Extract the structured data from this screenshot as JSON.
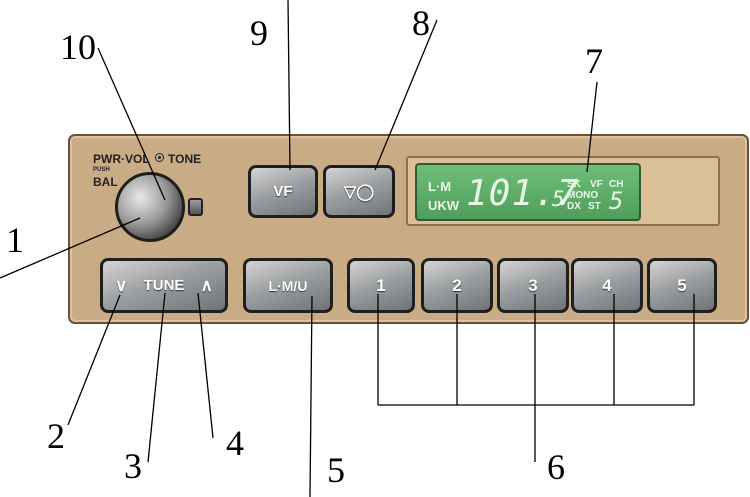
{
  "callouts": {
    "c1": "1",
    "c2": "2",
    "c3": "3",
    "c4": "4",
    "c5": "5",
    "c6": "6",
    "c7": "7",
    "c8": "8",
    "c9": "9",
    "c10": "10"
  },
  "panel": {
    "pwr_vol_tone": "PWR·VOL",
    "tone": "TONE",
    "push": "PUSH",
    "bal": "BAL"
  },
  "buttons": {
    "vf": "VF",
    "vo": "▽◯",
    "tune_down": "∨",
    "tune": "TUNE",
    "tune_up": "∧",
    "lmu": "L·M/U",
    "presets": [
      "1",
      "2",
      "3",
      "4",
      "5"
    ]
  },
  "display": {
    "band_top": "L·M",
    "band_bottom": "UKW",
    "frequency": "101.7",
    "freq_suffix": "5",
    "sk": "SK",
    "vf": "VF",
    "ch": "CH",
    "mono": "MONO",
    "dx": "DX",
    "st": "ST",
    "channel": "5"
  },
  "colors": {
    "faceplate": "#c9ab85",
    "lcd": "#5fae69",
    "button": "#9ea1a3"
  }
}
